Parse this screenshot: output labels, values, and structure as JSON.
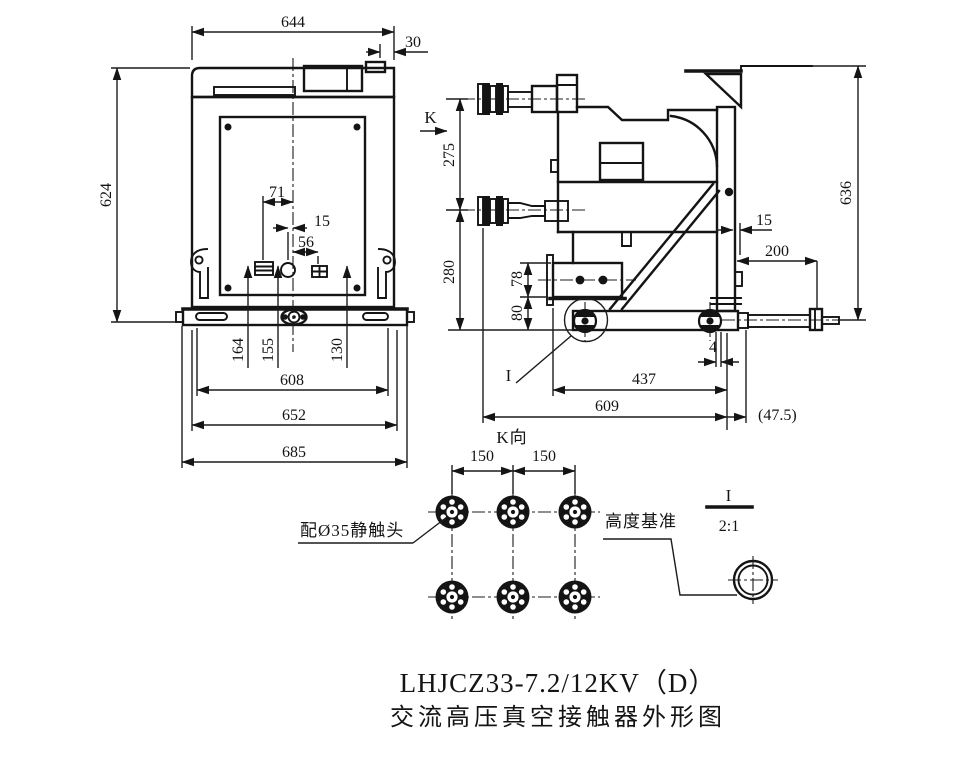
{
  "colors": {
    "ink": "#141414",
    "paper": "#ffffff"
  },
  "title": {
    "model": "LHJCZ33-7.2/12KV（D）",
    "name": "交流高压真空接触器外形图"
  },
  "front_view": {
    "dim_644": "644",
    "dim_30": "30",
    "dim_624": "624",
    "dim_71": "71",
    "dim_15": "15",
    "dim_56": "56",
    "dim_164": "164",
    "dim_155": "155",
    "dim_130": "130",
    "dim_608": "608",
    "dim_652": "652",
    "dim_685": "685"
  },
  "side_view": {
    "view_arrow": "K",
    "dim_275": "275",
    "dim_280": "280",
    "dim_78": "78",
    "dim_80": "80",
    "dim_15": "15",
    "dim_200": "200",
    "dim_636": "636",
    "dim_4": "4",
    "dim_437": "437",
    "dim_609": "609",
    "dim_47_5": "(47.5)",
    "detail_ref": "I"
  },
  "k_view": {
    "label": "K向",
    "dim_150a": "150",
    "dim_150b": "150",
    "note": "配Ø35静触头"
  },
  "detail_view": {
    "ref": "I",
    "scale": "2:1",
    "datum_label": "高度基准"
  }
}
